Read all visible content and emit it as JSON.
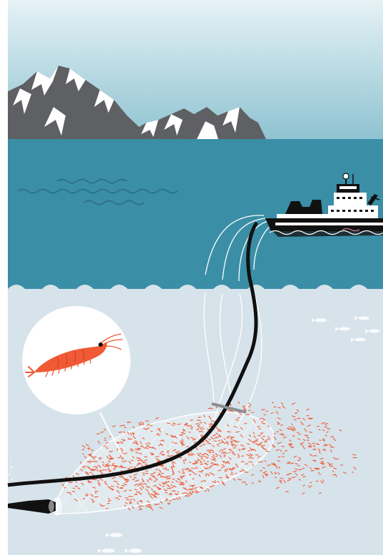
{
  "illustration": {
    "elements": [
      "mountains",
      "sea-surface",
      "trawler-ship",
      "trawl-cables",
      "trawl-net",
      "krill-swarm",
      "krill-inset",
      "small-fish"
    ],
    "colors": {
      "sky_top": "#e6f2f6",
      "sky_bottom": "#8fc3d1",
      "sea_surface": "#3a8ea6",
      "deep_water": "#d7e3ea",
      "mountain": "#5f6063",
      "snow": "#ffffff",
      "krill": "#f05a35",
      "cable": "#111111",
      "ship_hull": "#1d2f36"
    }
  }
}
